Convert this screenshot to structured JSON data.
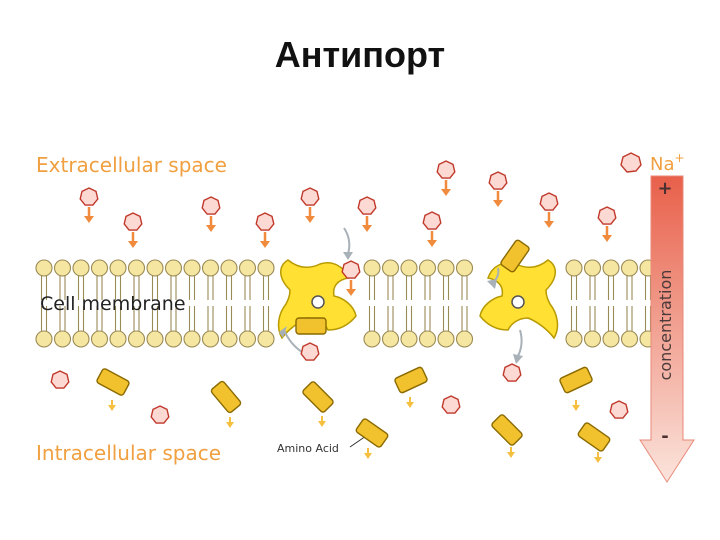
{
  "title": "Антипорт",
  "labels": {
    "extracellular": "Extracellular space",
    "membrane": "Cell membrane",
    "intracellular": "Intracellular space",
    "amino_acid": "Amino Acid",
    "ion": "Na",
    "ion_charge": "+",
    "gradient_axis": "concentration",
    "gradient_high": "+",
    "gradient_low": "-"
  },
  "colors": {
    "label_orange": "#f0a040",
    "ion_fill": "#fcd9d3",
    "ion_stroke": "#c0392b",
    "arrow_orange": "#f08a3c",
    "amino_fill": "#f2c12e",
    "amino_stroke": "#8a6a00",
    "lipid_head": "#f5e7a1",
    "lipid_stroke": "#9a8a55",
    "protein": "#ffe033",
    "gradient_top": "#e8604a",
    "gradient_bottom": "#fbe4dc"
  },
  "icons": {
    "ion": "sodium-ion-hexagon",
    "amino": "amino-acid-block",
    "transporter": "antiporter-protein"
  }
}
